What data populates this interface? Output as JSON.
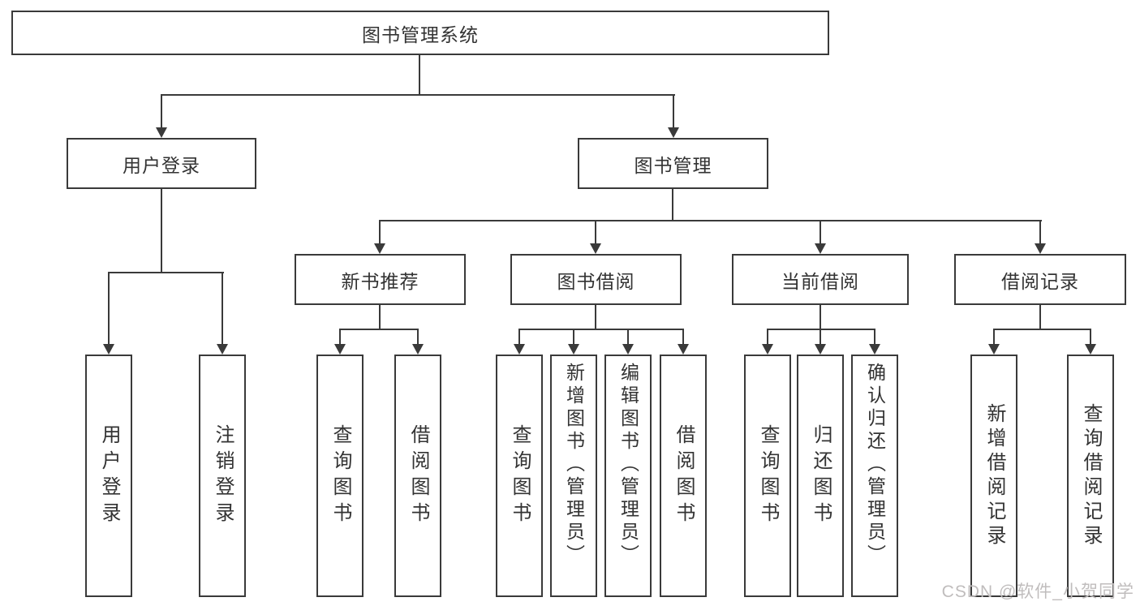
{
  "diagram_type": "hierarchy-flowchart",
  "colors": {
    "line": "#3a3a3a",
    "text": "#333333",
    "background": "#ffffff",
    "watermark": "#c0bdbd"
  },
  "tree": {
    "label": "图书管理系统",
    "children": [
      {
        "label": "用户登录",
        "children": [
          {
            "label": "用户登录"
          },
          {
            "label": "注销登录"
          }
        ]
      },
      {
        "label": "图书管理",
        "children": [
          {
            "label": "新书推荐",
            "children": [
              {
                "label": "查询图书"
              },
              {
                "label": "借阅图书"
              }
            ]
          },
          {
            "label": "图书借阅",
            "children": [
              {
                "label": "查询图书"
              },
              {
                "label": "新增图书（管理员）"
              },
              {
                "label": "编辑图书（管理员）"
              },
              {
                "label": "借阅图书"
              }
            ]
          },
          {
            "label": "当前借阅",
            "children": [
              {
                "label": "查询图书"
              },
              {
                "label": "归还图书"
              },
              {
                "label": "确认归还（管理员）"
              }
            ]
          },
          {
            "label": "借阅记录",
            "children": [
              {
                "label": "新增借阅记录"
              },
              {
                "label": "查询借阅记录"
              }
            ]
          }
        ]
      }
    ]
  },
  "watermark": {
    "text": "CSDN @软件_小贺同学"
  }
}
